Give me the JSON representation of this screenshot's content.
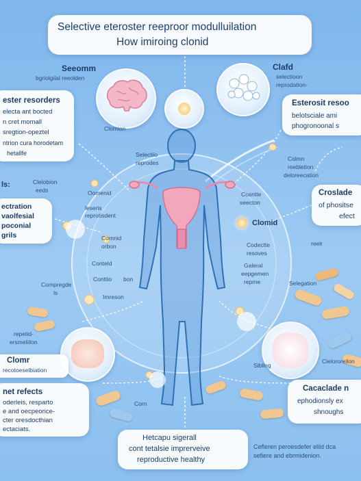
{
  "title": {
    "line1": "Selective eteroster reeproor modulluilation",
    "line2": "How imiroing clonid"
  },
  "top": {
    "left_title": "Seeomm",
    "left_sub": "bgriolgiial reeolden",
    "right_title": "Clafd",
    "right_sub1": "selectioon",
    "right_sub2": "reprodation-",
    "brain_caption": "Clomion"
  },
  "left_card": {
    "lines": [
      "ester resorders",
      "electa ant bocted",
      "n cret momall",
      "sregtion-opeztel",
      "ntrion cura horodetam",
      "hetallfe"
    ]
  },
  "right_card": {
    "lines": [
      "Esterosit resoo",
      "belotsciale ami",
      "phogronoonal s"
    ]
  },
  "left_mid": {
    "label1": "ls:",
    "label2": "Clelobion",
    "label3": "eeds"
  },
  "left_card2": {
    "lines": [
      "ectration",
      "vaolfesial",
      "poconial",
      "grils"
    ]
  },
  "right_card2": {
    "lines": [
      "Croslade",
      "of phositse",
      "efect"
    ]
  },
  "circle_labels": {
    "selectio": "Selectiio",
    "reprodes": "reprodes",
    "oomenid": "Oomenid",
    "leseris": "leseris",
    "reprotisdent": "reprotisdent",
    "comnid": "Comnid",
    "orbon": "orbon",
    "conteld": "Conteld",
    "conttio": "Conttio",
    "bon": "bon",
    "imrosn": "Imreson",
    "cosnte": "Cosntte",
    "seecton": "seecton",
    "clomid": "Clomid",
    "codecte": "Codectte",
    "resoves": "resoves",
    "galeral": "Galeral",
    "eepgemen": "eepgemen",
    "repme": "repme",
    "colmn": "Colmn",
    "reebletion": "reebletion",
    "deloreecation": "deloreecation"
  },
  "lower_left": {
    "comp1": "Compregde",
    "comp2": "ls",
    "rep1": "repetid-",
    "rep2": "ersmeliilon"
  },
  "lower_right": {
    "reel": "reelr",
    "selegation": "Selegation",
    "clelor": "Clelororeilon",
    "sibling": "Sibling",
    "corn": "Corn"
  },
  "clom_bar": {
    "title": "Clomr",
    "sub": "recotoeselbiation"
  },
  "bottom_left_card": {
    "lines": [
      "net refects",
      "oderleis, resparto",
      "e and oecpeorice-",
      "cter oresdocthian",
      "ectaciats."
    ]
  },
  "bottom_right_card": {
    "lines": [
      "Cacaclade n",
      "ephodionsly ex",
      "shnoughs"
    ]
  },
  "bottom_center": {
    "lines": [
      "Hetcapu sigerall",
      "cont tetalsie imprerveive",
      "reproductive healthy"
    ]
  },
  "bottom_caption": {
    "lines": [
      "Cefleren peroesdefer elild dca",
      "sefiere and ebrmidenion."
    ]
  },
  "colors": {
    "background": "#8cc0ef",
    "accent": "#2a74c4",
    "pill": "#f1c791",
    "uterus": "#f2a7bd"
  }
}
